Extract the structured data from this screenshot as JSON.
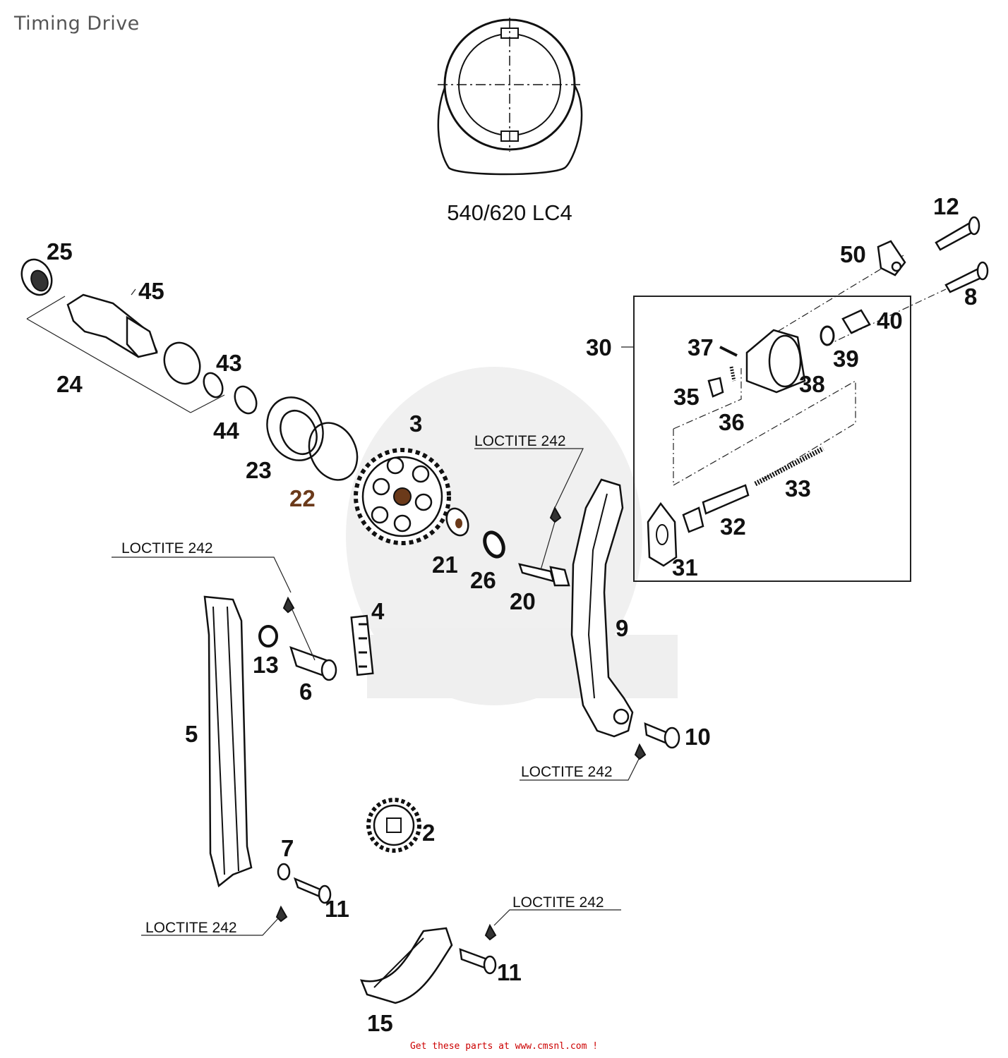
{
  "title": "Timing Drive",
  "model_label": "540/620 LC4",
  "loctite_label": "LOCTITE 242",
  "footer": "Get these parts at www.cmsnl.com !",
  "callouts": {
    "c25": "25",
    "c45": "45",
    "c24": "24",
    "c43": "43",
    "c44": "44",
    "c23": "23",
    "c22": "22",
    "c3": "3",
    "c21": "21",
    "c26": "26",
    "c20": "20",
    "c4": "4",
    "c13": "13",
    "c6": "6",
    "c5": "5",
    "c9": "9",
    "c10": "10",
    "c2": "2",
    "c7": "7",
    "c11a": "11",
    "c11b": "11",
    "c15": "15",
    "c30": "30",
    "c37": "37",
    "c35": "35",
    "c36": "36",
    "c38": "38",
    "c39": "39",
    "c40": "40",
    "c50": "50",
    "c12": "12",
    "c8": "8",
    "c33": "33",
    "c32": "32",
    "c31": "31"
  }
}
